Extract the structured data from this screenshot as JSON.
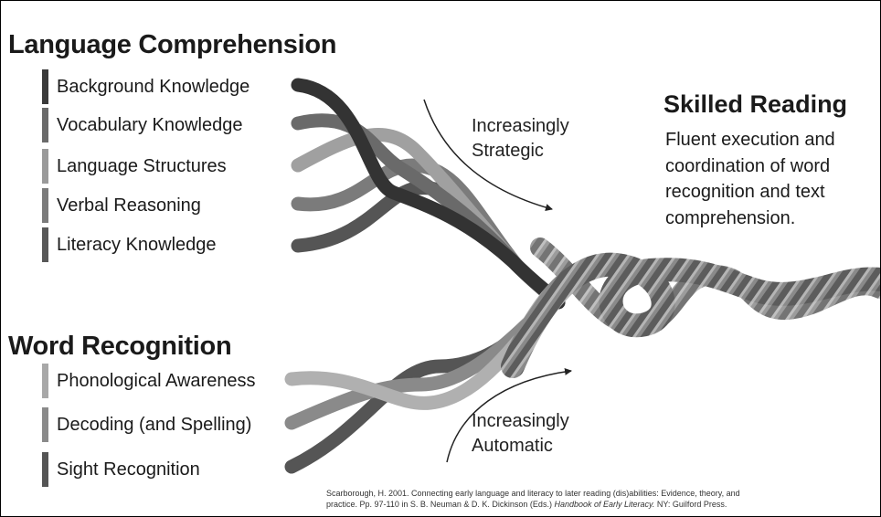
{
  "language_comprehension": {
    "heading": "Language Comprehension",
    "items": [
      {
        "label": "Background Knowledge",
        "color": "#3a3a3a"
      },
      {
        "label": "Vocabulary Knowledge",
        "color": "#6a6a6a"
      },
      {
        "label": "Language Structures",
        "color": "#9a9a9a"
      },
      {
        "label": "Verbal Reasoning",
        "color": "#7b7b7b"
      },
      {
        "label": "Literacy Knowledge",
        "color": "#585858"
      }
    ]
  },
  "word_recognition": {
    "heading": "Word Recognition",
    "items": [
      {
        "label": "Phonological Awareness",
        "color": "#a8a8a8"
      },
      {
        "label": "Decoding (and Spelling)",
        "color": "#8a8a8a"
      },
      {
        "label": "Sight Recognition",
        "color": "#555555"
      }
    ]
  },
  "arrows": {
    "strategic": {
      "line1": "Increasingly",
      "line2": "Strategic"
    },
    "automatic": {
      "line1": "Increasingly",
      "line2": "Automatic"
    }
  },
  "skilled_reading": {
    "title": "Skilled Reading",
    "desc": [
      "Fluent execution and",
      "coordination of word",
      "recognition and text",
      "comprehension."
    ]
  },
  "citation": {
    "line1": "Scarborough,  H. 2001. Connecting early language and literacy to later reading (dis)abilities: Evidence, theory, and",
    "line2_a": "practice. Pp. 97-110 in S. B. Neuman & D. K. Dickinson (Eds.)",
    "line2_book": "Handbook of Early Literacy.",
    "line2_b": "NY: Guilford Press."
  }
}
